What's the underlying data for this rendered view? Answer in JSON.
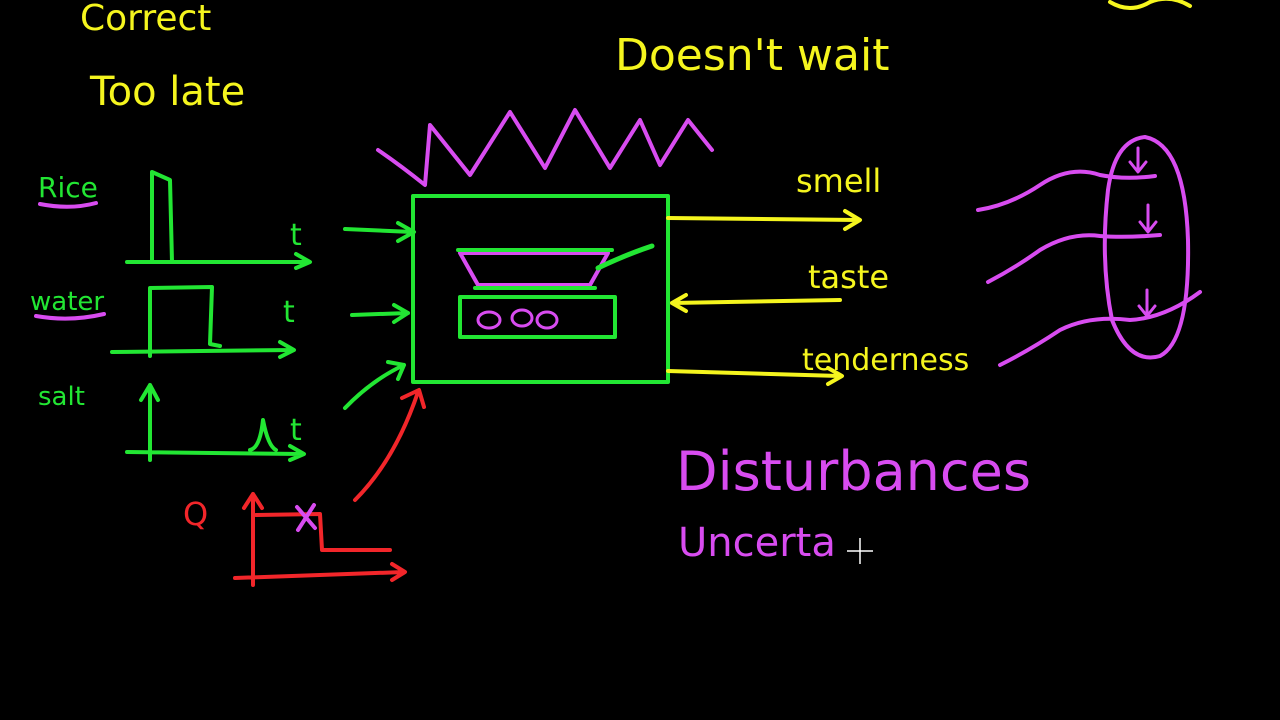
{
  "colors": {
    "background": "#000000",
    "yellow": "#f5f51e",
    "green": "#22e633",
    "magenta": "#d84cf0",
    "red": "#f2262a",
    "cursor": "#ffffff"
  },
  "notes": {
    "correct": "Correct",
    "too_late": "Too late",
    "doesnt_wait": "Doesn't wait"
  },
  "inputs": {
    "rice": "Rice",
    "water": "water",
    "salt": "salt",
    "heat": "Q",
    "time_axis": "t"
  },
  "outputs": {
    "smell": "smell",
    "taste": "taste",
    "tenderness": "tenderness"
  },
  "labels": {
    "disturbances": "Disturbances",
    "uncertainty": "Uncerta"
  },
  "icons": {
    "cursor": "crosshair-cursor-icon"
  }
}
